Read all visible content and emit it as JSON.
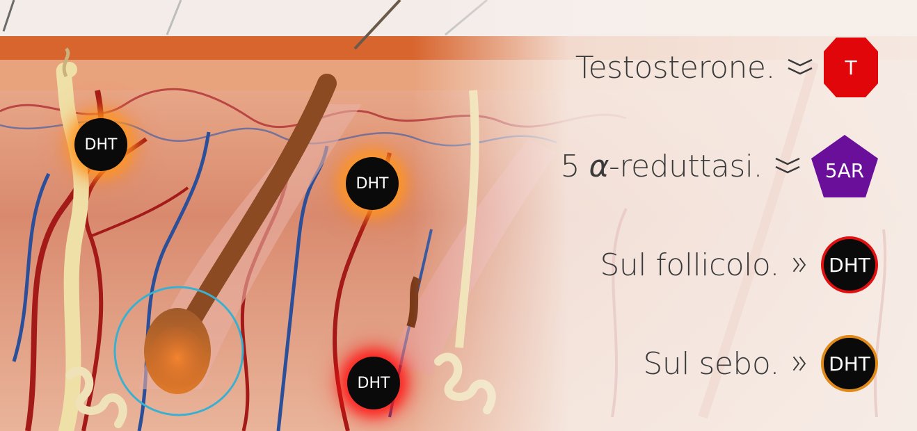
{
  "markers": [
    {
      "label": "DHT",
      "glow": "orange"
    },
    {
      "label": "DHT",
      "glow": "orange"
    },
    {
      "label": "DHT",
      "glow": "red"
    }
  ],
  "legend": [
    {
      "text": "Testosterone.",
      "connector": "double-chevron-down-icon",
      "badge": {
        "label": "T",
        "shape": "octagon-icon",
        "fill": "#e0060a"
      }
    },
    {
      "text_pre": "5",
      "text_alpha": "α",
      "text_post": "-reduttasi.",
      "connector": "double-chevron-down-icon",
      "badge": {
        "label": "5AR",
        "shape": "pentagon-icon",
        "fill": "#6a0f9a"
      }
    },
    {
      "text": "Sul follicolo.",
      "connector": "double-chevron-right-icon",
      "badge": {
        "label": "DHT",
        "shape": "circle-icon",
        "fill": "#0a0a0a",
        "ring": "#e01010"
      }
    },
    {
      "text": "Sul sebo.",
      "connector": "double-chevron-right-icon",
      "badge": {
        "label": "DHT",
        "shape": "circle-icon",
        "fill": "#0a0a0a",
        "ring": "#e08a1a"
      }
    }
  ],
  "colors": {
    "highlight_ring": "#3ab0d0",
    "vein": "#2c4f9a",
    "artery": "#a41a18",
    "hair_shaft": "#8b4a22"
  }
}
